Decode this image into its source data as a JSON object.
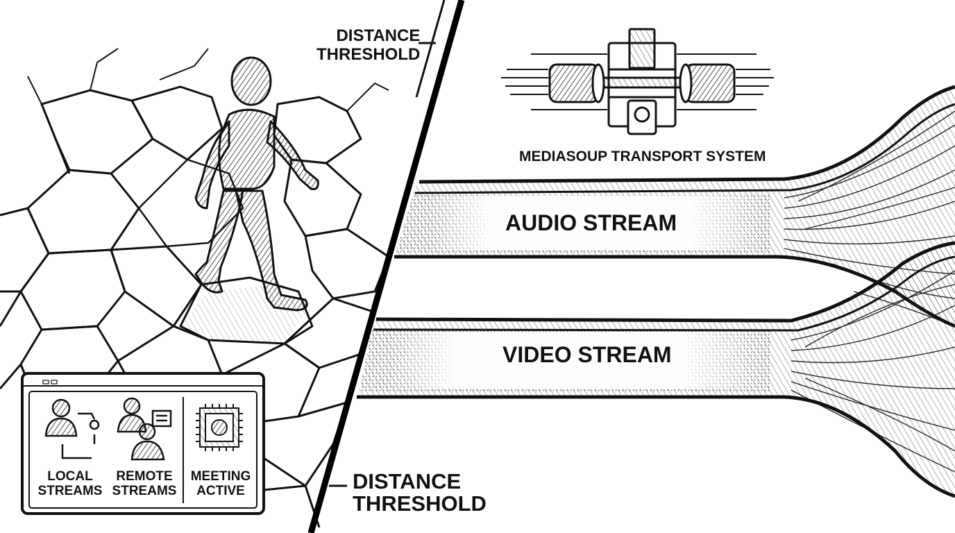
{
  "labels": {
    "distance_threshold_top_1": "DISTANCE",
    "distance_threshold_top_2": "THRESHOLD",
    "distance_threshold_bottom_1": "DISTANCE",
    "distance_threshold_bottom_2": "THRESHOLD",
    "transport_system": "MEDIASOUP TRANSPORT SYSTEM",
    "audio_stream": "AUDIO STREAM",
    "video_stream": "VIDEO STREAM"
  },
  "panel": {
    "local_1": "LOCAL",
    "local_2": "STREAMS",
    "remote_1": "REMOTE",
    "remote_2": "STREAMS",
    "meeting_1": "MEETING",
    "meeting_2": "ACTIVE"
  },
  "icons": [
    "person-walking-icon",
    "hex-floor-icon",
    "transport-device-icon",
    "local-streams-icon",
    "remote-streams-icon",
    "meeting-chip-icon"
  ]
}
